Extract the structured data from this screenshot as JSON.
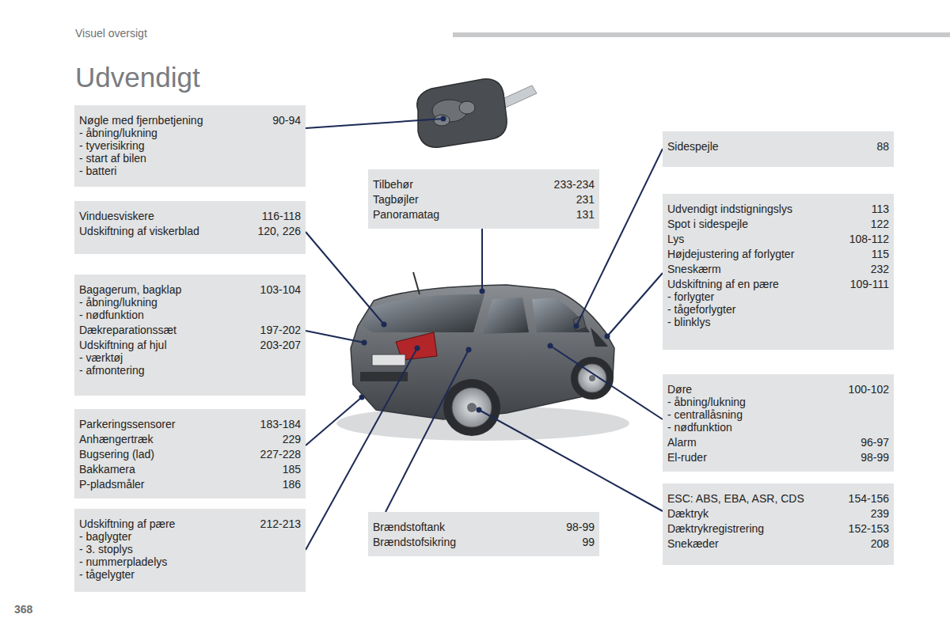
{
  "diagram": {
    "title": "Udvendigt",
    "nodes": [
      {
        "text": [
          "Nøgle med fjernbetjening",
          "90-94",
          "- åbning/lukning",
          "- tyverisikring",
          "- start af bilen",
          "- batteri"
        ]
      },
      {
        "text": [
          "Vinduesviskere",
          "116-118",
          "Udskiftning af viskerblad",
          "120, 226"
        ]
      },
      {
        "text": [
          "Bagagerum, bagklap",
          "103-104",
          "- åbning/lukning",
          "- nødfunktion",
          "Dækreparationssæt",
          "197-202",
          "Udskiftning af hjul",
          "203-207",
          "- værktøj",
          "- afmontering"
        ]
      },
      {
        "text": [
          "Parkeringssensorer",
          "183-184",
          "Anhængertræk",
          "229",
          "Bugsering (lad)",
          "227-228",
          "Bakkamera",
          "185",
          "P-pladsmåler",
          "186"
        ]
      },
      {
        "text": [
          "Udskiftning af pære",
          "212-213",
          "- baglygter",
          "- 3. stoplys",
          "- nummerpladelys",
          "- tågelygter"
        ]
      },
      {
        "text": [
          "Tilbehør",
          "233-234",
          "Tagbøjler",
          "231",
          "Panoramatag",
          "131"
        ]
      },
      {
        "text": [
          "Brændstoftank",
          "98-99",
          "Brændstofsikring",
          "99"
        ]
      },
      {
        "text": [
          "Sidespejle",
          "88"
        ]
      },
      {
        "text": [
          "Udvendigt indstigningslys",
          "113",
          "Spot i sidespejle",
          "122",
          "Lys",
          "108-112",
          "Højdejustering af forlygter",
          "115",
          "Sneskærm",
          "232",
          "Udskiftning af en pære",
          "109-111",
          "- forlygter",
          "- tågeforlygter",
          "- blinklys"
        ]
      },
      {
        "text": [
          "Døre",
          "100-102",
          "- åbning/lukning",
          "- centrallåsning",
          "- nødfunktion",
          "Alarm",
          "96-97",
          "El-ruder",
          "98-99"
        ]
      },
      {
        "text": [
          "ESC: ABS, EBA, ASR, CDS",
          "154-156",
          "Dæktryk",
          "239",
          "Dæktrykregistrering",
          "152-153",
          "Snekæder",
          "208"
        ]
      }
    ],
    "labels": [
      "Visuel oversigt",
      "368"
    ]
  }
}
